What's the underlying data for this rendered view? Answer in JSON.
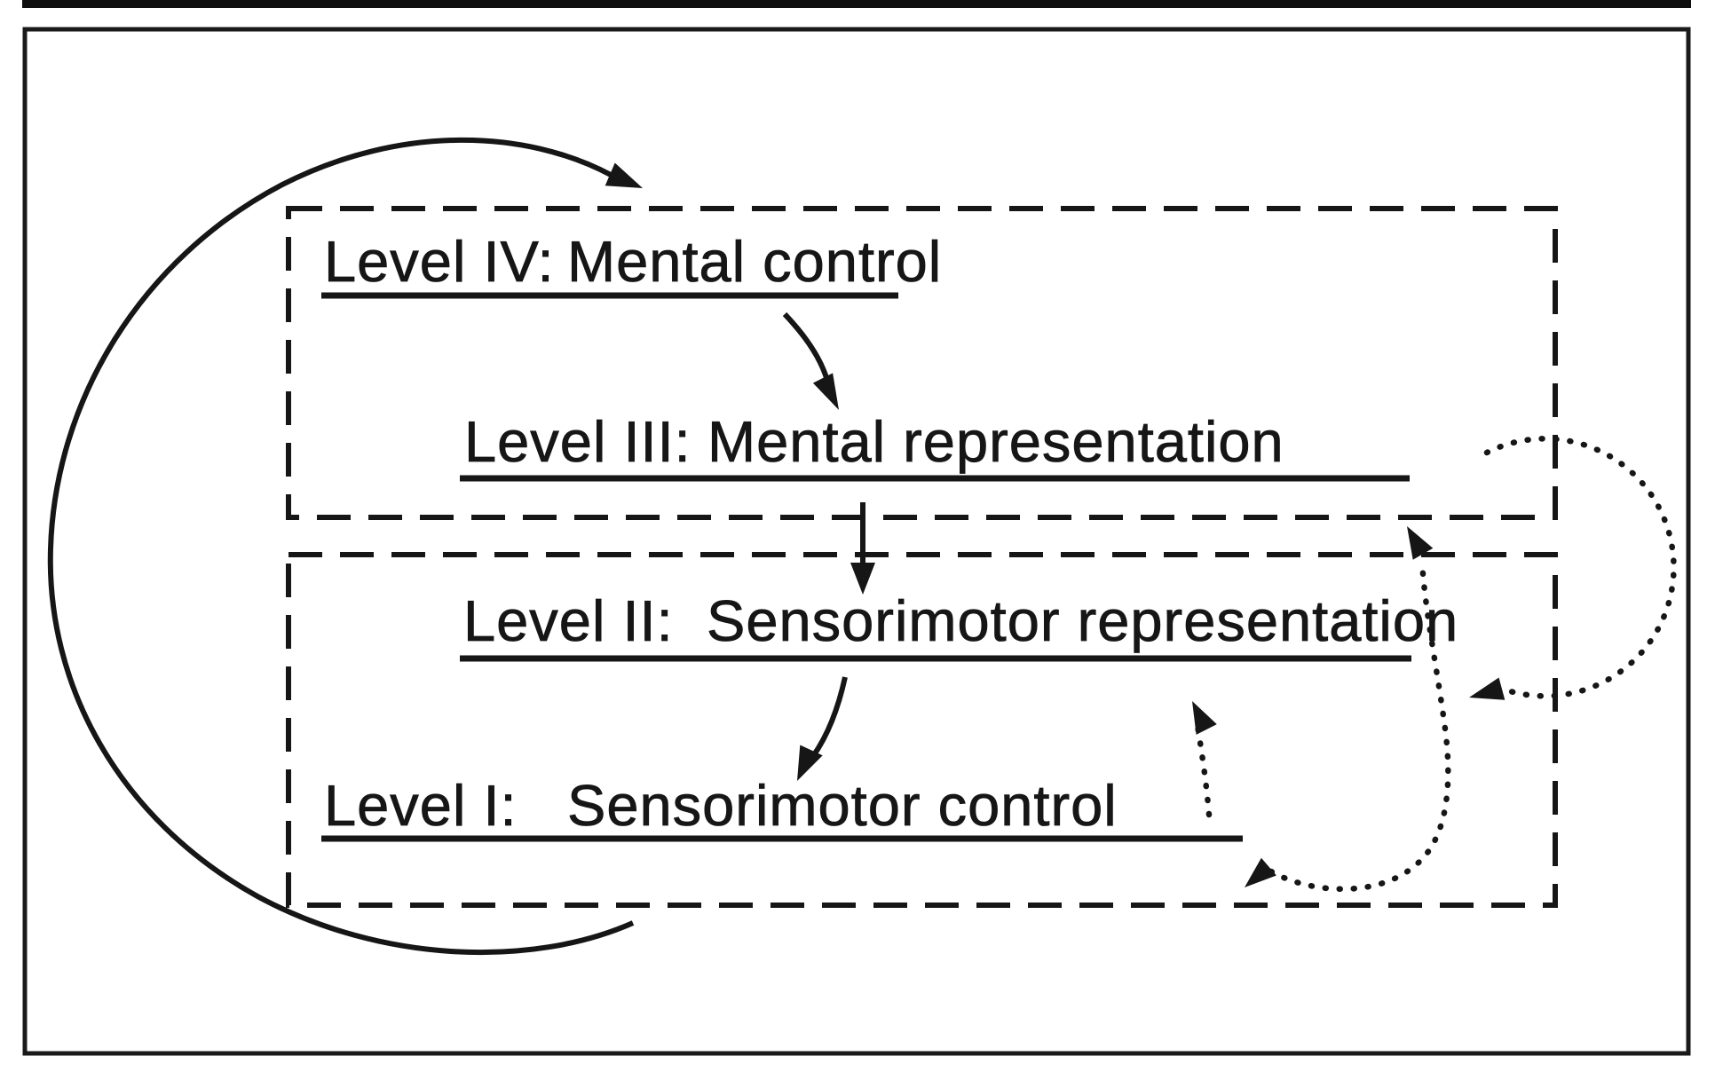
{
  "figure": {
    "background": "#ffffff",
    "ink": "#161616",
    "levels": [
      {
        "prefix": "Level IV:",
        "title": "Mental control"
      },
      {
        "prefix": "Level III:",
        "title": "Mental representation"
      },
      {
        "prefix": "Level II:",
        "title": "Sensorimotor representation"
      },
      {
        "prefix": "Level I:",
        "title": "Sensorimotor control"
      }
    ]
  }
}
